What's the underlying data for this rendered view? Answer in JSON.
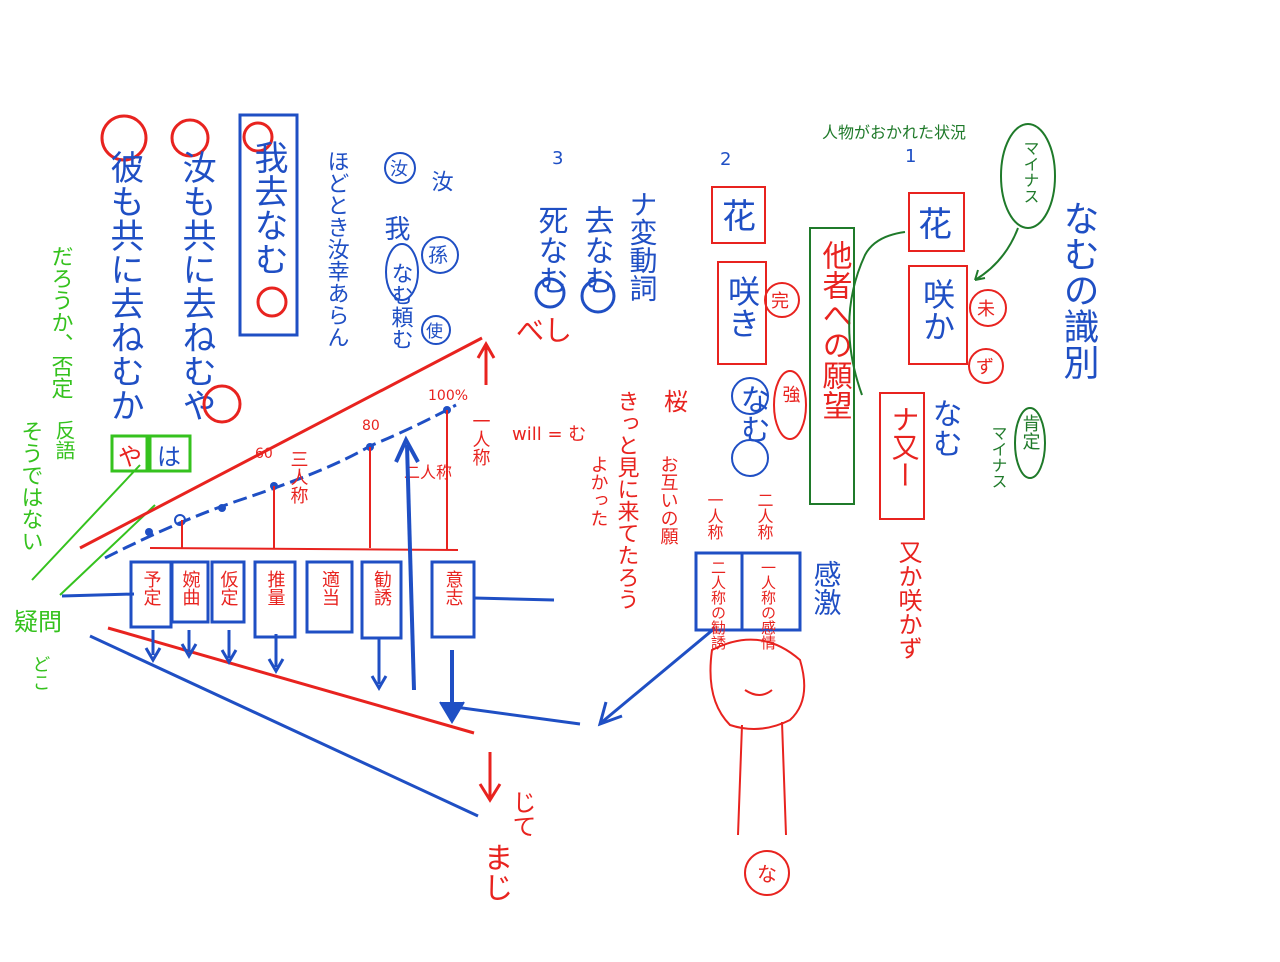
{
  "colors": {
    "blue": "#1f4fc4",
    "red": "#e8231f",
    "green": "#35c21e",
    "darkgreen": "#1f7a2a",
    "background": "#ffffff"
  },
  "col_poem_1": "彼も共に去ねむか",
  "col_poem_2": "汝も共に去ねむや",
  "box_verb": "我去なむ",
  "note_hodo": "ほどとき汝幸あらん",
  "note_nare": "汝",
  "note_ware": "我",
  "note_namu_tanomu": "なむ頼む",
  "note_nanji_circle": "汝",
  "note_mago": "孫",
  "note_tsukai": "使",
  "num_3": "3",
  "col_shinu": "死なむ",
  "col_inu": "去なむ",
  "col_nahen": "ナ変動詞",
  "num_2": "2",
  "box_hana_2": "花",
  "box_saki": "咲き",
  "circle_kan": "完",
  "circle_tsuyo": "強",
  "col_namu_2": "なむ",
  "top_green_note": "人物がおかれた状況",
  "num_1": "1",
  "box_hana_1": "花",
  "box_sakaka": "咲か",
  "circle_mi": "未",
  "circle_zu": "ず",
  "green_minasu": "マイナス",
  "box_tasha": "他者への願望",
  "box_nasu": "ナ又ー",
  "col_namu_1": "なむ",
  "col_kasaka": "又か咲かず",
  "col_namu_shikibetsu": "なむの識別",
  "green_kotei": "肯定",
  "green_minasu_2": "マイナス",
  "green_darou": "だろうか、否定",
  "green_hiteki": "反語",
  "green_soudewa": "そうではない",
  "green_ya": "や",
  "green_ha": "は",
  "green_gimon": "疑問",
  "green_doko": "どこ",
  "red_beshi": "べし",
  "red_sakura": "桜",
  "red_will": "will = む",
  "red_sanjin": "三人称",
  "red_sanjin_2": "二人称",
  "red_ichinin": "一人称",
  "red_percent_60": "60",
  "red_percent_80": "80",
  "red_percent_100": "100%",
  "red_kitto": "きっと見に来てたろう",
  "red_otagai": "お互いの願",
  "red_yoshi": "よかった",
  "red_jinn": "一人称",
  "red_jinn_2": "二人称",
  "red_majikaka": "まじ",
  "red_beshi_2": "じて",
  "red_na_circle": "な",
  "labels_row": [
    "予定",
    "婉曲",
    "仮定",
    "推量",
    "適当",
    "勧誘",
    "意志"
  ],
  "right_boxes": [
    "二人称の勧誘",
    "一人称の感情"
  ],
  "right_blue_label": "感激"
}
